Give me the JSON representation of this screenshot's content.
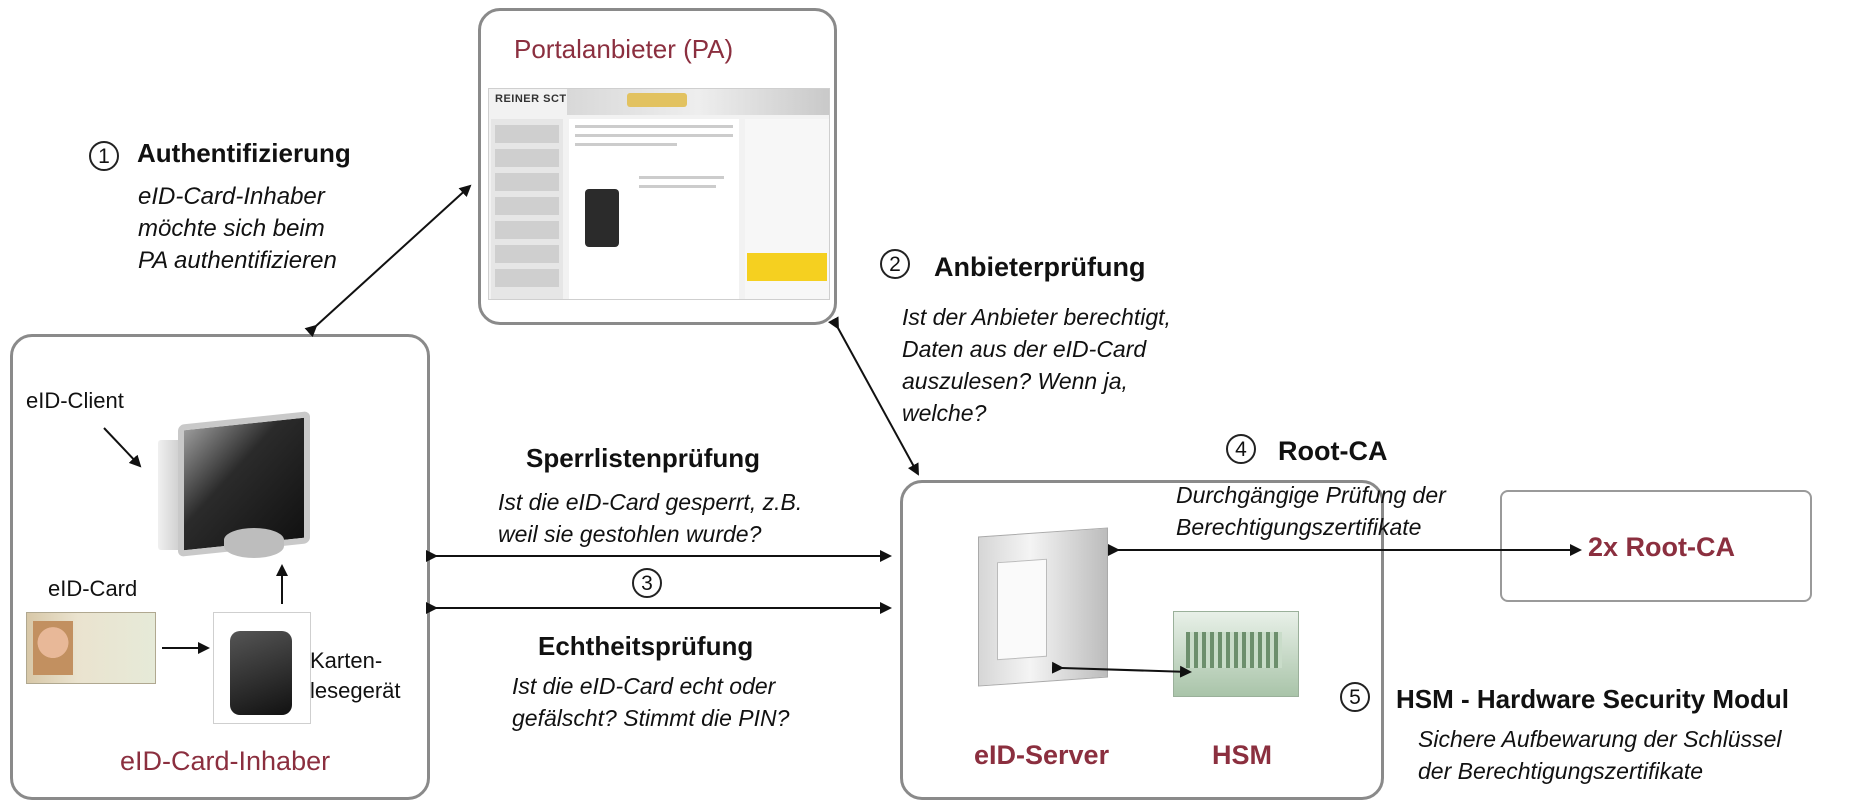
{
  "portal": {
    "title": "Portalanbieter (PA)",
    "screenshot_logo": "REINER SCT"
  },
  "step1": {
    "number": "1",
    "heading": "Authentifizierung",
    "line1": "eID-Card-Inhaber",
    "line2": "möchte sich beim",
    "line3": "PA authentifizieren"
  },
  "step2": {
    "number": "2",
    "heading": "Anbieterprüfung",
    "line1": "Ist der Anbieter berechtigt,",
    "line2": "Daten aus der eID-Card",
    "line3": "auszulesen? Wenn ja,",
    "line4": "welche?"
  },
  "step3": {
    "number": "3",
    "revocation": {
      "heading": "Sperrlistenprüfung",
      "line1": "Ist die eID-Card gesperrt, z.B.",
      "line2": "weil sie gestohlen wurde?"
    },
    "authenticity": {
      "heading": "Echtheitsprüfung",
      "line1": "Ist die eID-Card echt oder",
      "line2": "gefälscht? Stimmt die PIN?"
    }
  },
  "step4": {
    "number": "4",
    "heading": "Root-CA",
    "line1": "Durchgängige Prüfung der",
    "line2": "Berechtigungszertifikate"
  },
  "step5": {
    "number": "5",
    "heading": "HSM - Hardware Security Modul",
    "line1": "Sichere Aufbewarung der Schlüssel",
    "line2": "der Berechtigungszertifikate"
  },
  "holder": {
    "title": "eID-Card-Inhaber",
    "client_label": "eID-Client",
    "card_label": "eID-Card",
    "reader_label_1": "Karten-",
    "reader_label_2": "lesegerät"
  },
  "server": {
    "server_label": "eID-Server",
    "hsm_label": "HSM"
  },
  "rootca": {
    "label": "2x Root-CA"
  },
  "colors": {
    "accent": "#8b2f3f",
    "border": "#8a8a8a"
  }
}
